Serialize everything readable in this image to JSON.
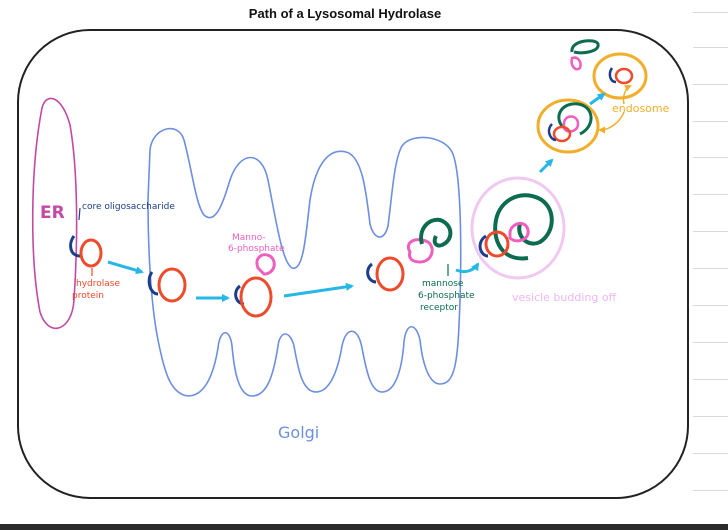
{
  "title": "Path of a Lysosomal Hydrolase",
  "labels": {
    "er": "ER",
    "core_oligosaccharide": "core oligosaccharide",
    "hydrolase_protein_1": "hydrolase",
    "hydrolase_protein_2": "protein",
    "mannose_phosphate_1": "Manno-",
    "mannose_phosphate_2": "6-phosphate",
    "receptor_1": "mannose",
    "receptor_2": "6-phosphate",
    "receptor_3": "receptor",
    "vesicle": "vesicle budding off",
    "endosome": "endosome",
    "golgi": "Golgi"
  },
  "colors": {
    "er": "#c24aa3",
    "golgi": "#6d8fe0",
    "hydrolase": "#ee4a2c",
    "oligosaccharide": "#1c3e8a",
    "mannose_phosphate": "#ee5fbf",
    "receptor": "#0d6b4f",
    "arrow": "#27b7e6",
    "vesicle": "#efc9f2",
    "endosome": "#f2ae2b",
    "frame": "#222222"
  }
}
